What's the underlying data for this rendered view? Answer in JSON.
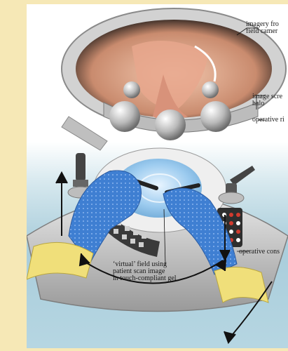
{
  "labels": {
    "imagery": "imagery from field camera",
    "imagery_l1": "imagery fro",
    "imagery_l2": "field camer",
    "halo_l1": "image scre",
    "halo_l2": "halo",
    "ring": "operative ri",
    "console": "operative cons",
    "virtual_l1": "‘virtual’ field using",
    "virtual_l2": "patient scan image",
    "virtual_l3": "in touch-compliant gel"
  },
  "credit": "",
  "colors": {
    "background": "#f6e8b6",
    "glove": "#3f7fd2",
    "cuff": "#f0df7a",
    "console": "#c9c9c9",
    "field_glow": "#8fc6ee"
  }
}
